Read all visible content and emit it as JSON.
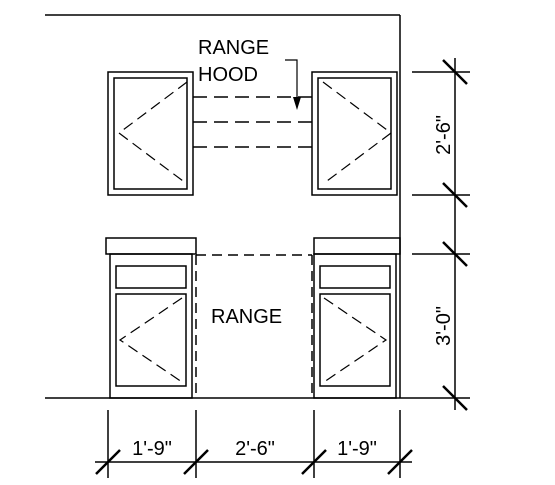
{
  "labels": {
    "range_hood": [
      "RANGE",
      "HOOD"
    ],
    "range": "RANGE"
  },
  "dimensions": {
    "vertical": [
      "2'-6\"",
      "3'-0\""
    ],
    "horizontal": [
      "1'-9\"",
      "2'-6\"",
      "1'-9\""
    ]
  },
  "colors": {
    "line": "#000000",
    "background": "#ffffff"
  }
}
